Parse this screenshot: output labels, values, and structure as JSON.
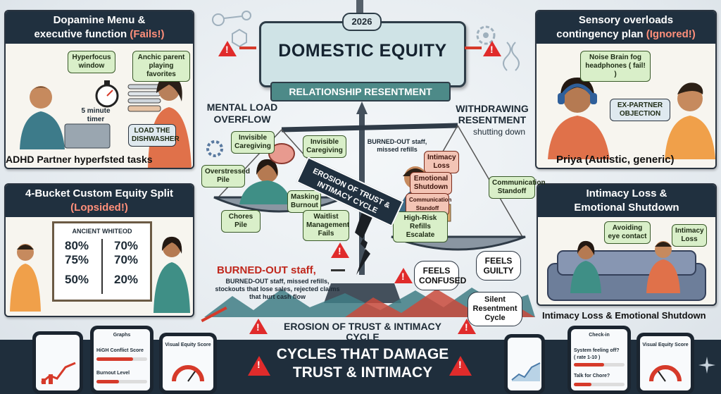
{
  "header": {
    "year": "2026",
    "title": "DOMESTIC EQUITY",
    "subtitle": "RELATIONSHIP RESENTMENT"
  },
  "panels": {
    "dopamine": {
      "title_main": "Dopamine Menu &",
      "title_line2": "executive function",
      "title_warn": "(Fails!)",
      "bubble_hyperfocus": "Hyperfocus window",
      "bubble_parent": "Anchic parent playing favorites",
      "timer_label": "5 minute timer",
      "dishwasher_label": "LOAD THE DISHWASHER",
      "caption": "ADHD Partner hyperfsted tasks"
    },
    "sensory": {
      "title_main": "Sensory overloads",
      "title_line2": "contingency plan",
      "title_warn": "(Ignored!)",
      "bubble_noise": "Noise Brain fog headphones ( fail! )",
      "bubble_objection": "EX-PARTNER OBJECTION",
      "caption": "Priya (Autistic, generic)"
    },
    "bucket": {
      "title_main": "4-Bucket Custom Equity Split",
      "title_warn": "(Lopsided!)",
      "board_title": "ANCIENT WHITEOD",
      "left_values": [
        "80%",
        "75%",
        "50%"
      ],
      "right_values": [
        "70%",
        "70%",
        "20%"
      ]
    },
    "intimacy": {
      "title_main": "Intimacy Loss &",
      "title_line2": "Emotional Shutdown",
      "bubble_eye": "Avoiding eye contact",
      "bubble_loss": "Intimacy Loss",
      "caption": "Intimacy Loss & Emotional Shutdown"
    }
  },
  "center": {
    "mental_load": "MENTAL LOAD OVERFLOW",
    "withdrawing": "WITHDRAWING RESENTMENT",
    "shutting_down": "shutting down",
    "burned_small": "BURNED-OUT staff, missed refills",
    "erosion_banner": "EROSION OF TRUST & INTIMACY CYCLE",
    "left_bubbles": [
      "Invisible Caregiving",
      "Invisible Caregiving",
      "Overstressed Pile",
      "Masking Burnout",
      "Chores Pile",
      "Waitlist Management Fails"
    ],
    "right_bubbles": [
      "Intimacy Loss",
      "Emotional Shutdown",
      "Communication Standoff",
      "Communication Standoff",
      "High-Risk Refills Escalate"
    ],
    "burned_title": "BURNED-OUT staff,",
    "burned_body": "BURNED-OUT staff, missed refills, stockouts that lose sales, rejected claims that hurt cash flow",
    "thought_confused": "FEELS CONFUSED",
    "thought_guilty": "FEELS GUILTY",
    "thought_silent": "Silent Resentment Cycle",
    "erosion_footer": "EROSION OF TRUST & INTIMACY CYCLE"
  },
  "footer": {
    "title_line1": "CYCLES THAT DAMAGE",
    "title_line2": "TRUST & INTIMACY",
    "phone1_title": "Graphs",
    "phone1_conflict": "HiGH Conflict Score",
    "phone1_burnout": "Burnout Level",
    "phone2_title": "Visual Equity Score",
    "phone3_title": "Check-in",
    "phone3_q1": "System feeling off?",
    "phone3_q1b": "( rate 1-10 )",
    "phone3_q2": "Talk for Chore?",
    "phone4_title": "Visual Equity Score",
    "levels": {
      "conflict": 0.72,
      "burnout": 0.45,
      "q1": 0.6,
      "q2": 0.35
    }
  },
  "colors": {
    "navy": "#20303f",
    "warn": "#e02b2b",
    "bubble_green": "#d9efc9",
    "bubble_red": "#f3c4b5"
  }
}
